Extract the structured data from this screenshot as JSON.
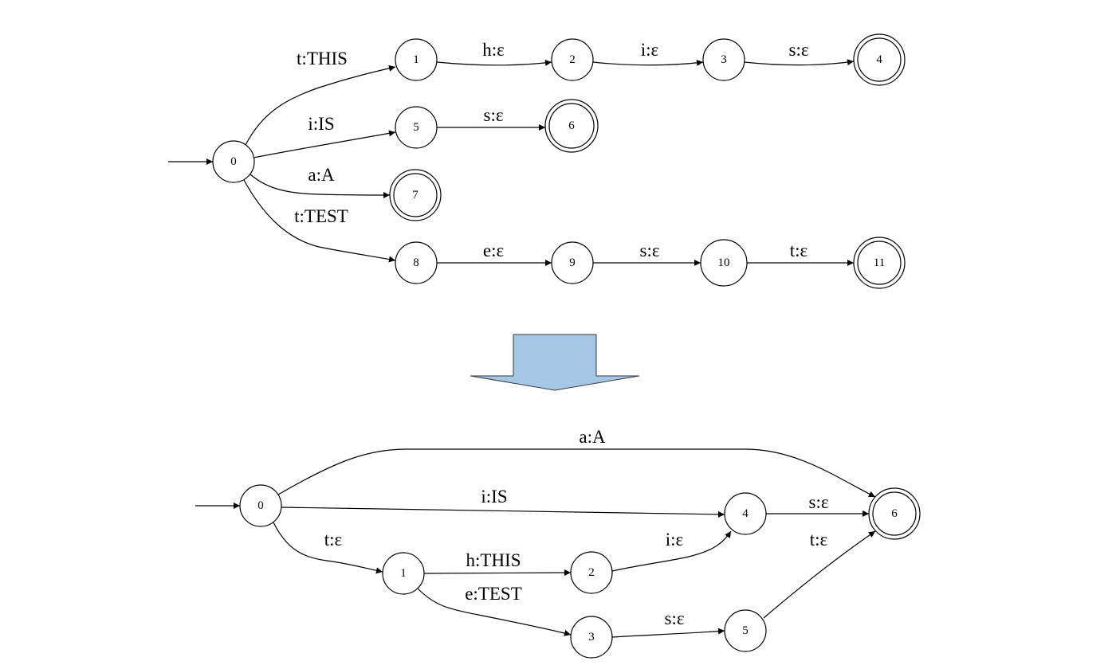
{
  "diagram": {
    "top_automaton": {
      "states": [
        "0",
        "1",
        "2",
        "3",
        "4",
        "5",
        "6",
        "7",
        "8",
        "9",
        "10",
        "11"
      ],
      "start_state": "0",
      "final_states": [
        "4",
        "6",
        "7",
        "11"
      ],
      "transitions": [
        {
          "from": "0",
          "to": "1",
          "label": "t:THIS"
        },
        {
          "from": "1",
          "to": "2",
          "label": "h:ε"
        },
        {
          "from": "2",
          "to": "3",
          "label": "i:ε"
        },
        {
          "from": "3",
          "to": "4",
          "label": "s:ε"
        },
        {
          "from": "0",
          "to": "5",
          "label": "i:IS"
        },
        {
          "from": "5",
          "to": "6",
          "label": "s:ε"
        },
        {
          "from": "0",
          "to": "7",
          "label": "a:A"
        },
        {
          "from": "0",
          "to": "8",
          "label": "t:TEST"
        },
        {
          "from": "8",
          "to": "9",
          "label": "e:ε"
        },
        {
          "from": "9",
          "to": "10",
          "label": "s:ε"
        },
        {
          "from": "10",
          "to": "11",
          "label": "t:ε"
        }
      ]
    },
    "transform_arrow_color": "#a6c6e6",
    "bottom_automaton": {
      "states": [
        "0",
        "1",
        "2",
        "3",
        "4",
        "5",
        "6"
      ],
      "start_state": "0",
      "final_states": [
        "6"
      ],
      "transitions": [
        {
          "from": "0",
          "to": "6",
          "label": "a:A"
        },
        {
          "from": "0",
          "to": "4",
          "label": "i:IS"
        },
        {
          "from": "0",
          "to": "1",
          "label": "t:ε"
        },
        {
          "from": "1",
          "to": "2",
          "label": "h:THIS"
        },
        {
          "from": "1",
          "to": "3",
          "label": "e:TEST"
        },
        {
          "from": "2",
          "to": "4",
          "label": "i:ε"
        },
        {
          "from": "3",
          "to": "5",
          "label": "s:ε"
        },
        {
          "from": "4",
          "to": "6",
          "label": "s:ε"
        },
        {
          "from": "5",
          "to": "6",
          "label": "t:ε"
        }
      ]
    }
  }
}
